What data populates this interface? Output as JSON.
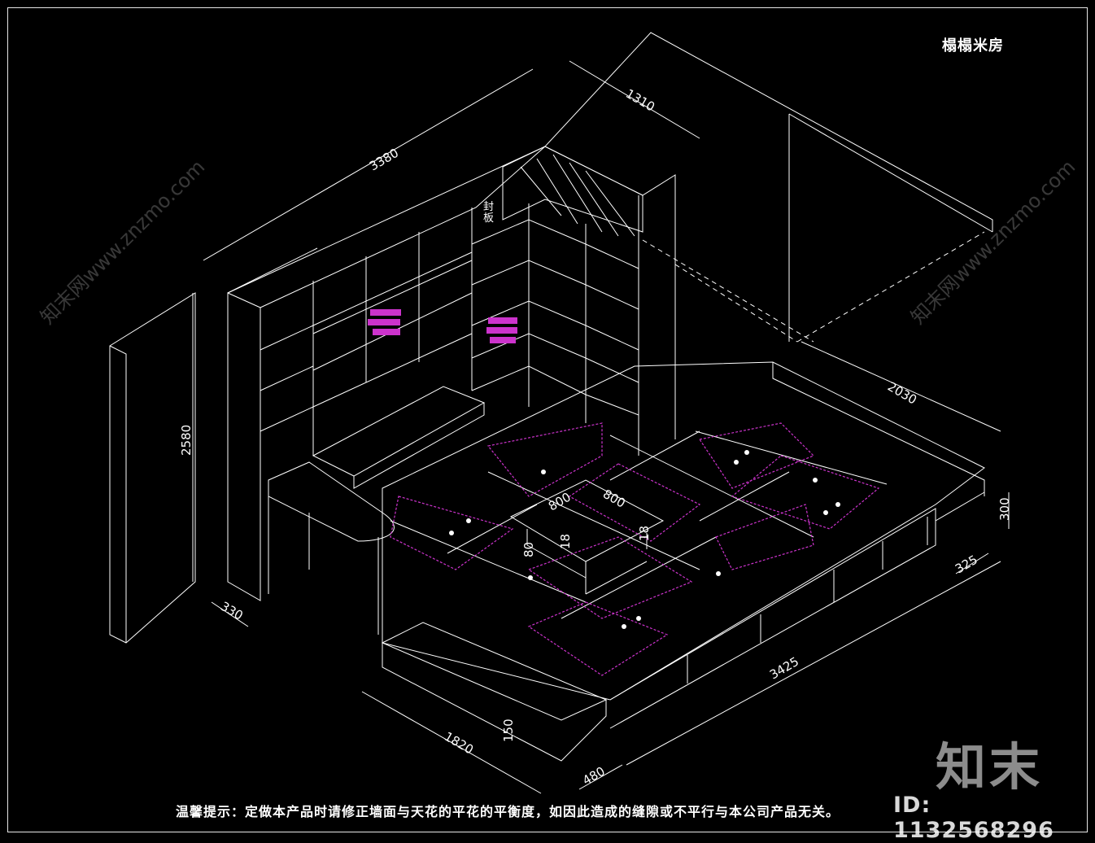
{
  "title": "榻榻米房",
  "note": "温馨提示：定做本产品时请修正墙面与天花的平花的平衡度，如因此造成的缝隙或不平行与本公司产品无关。",
  "watermark": {
    "logo": "知末",
    "id": "ID: 1132568296",
    "site": "知末网www.znzmo.com"
  },
  "dimensions": {
    "d3380": "3380",
    "d1310": "1310",
    "d2580": "2580",
    "d2030": "2030",
    "d300": "300",
    "d325": "325",
    "d3425": "3425",
    "d1820": "1820",
    "d150": "150",
    "d480": "480",
    "d330": "330",
    "d800a": "800",
    "d800b": "800",
    "d18a": "18",
    "d18b": "18",
    "d80": "80"
  },
  "labels": {
    "feng": "封",
    "ban": "板"
  },
  "colors": {
    "lines": "#ffffff",
    "accent": "#cc33cc"
  }
}
